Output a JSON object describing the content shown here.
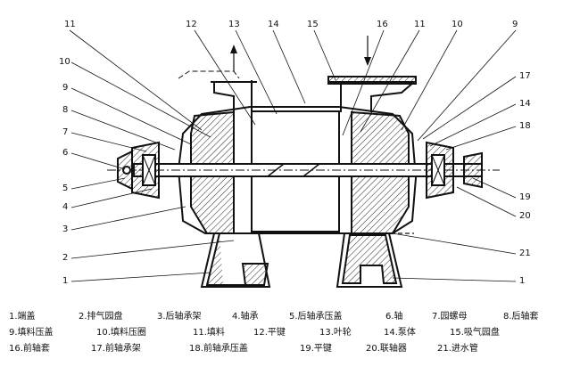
{
  "diagram": {
    "callouts": {
      "top": [
        "11",
        "12",
        "13",
        "14",
        "15",
        "16",
        "11",
        "10",
        "9"
      ],
      "left": [
        "10",
        "9",
        "8",
        "7",
        "6",
        "5",
        "4",
        "3",
        "2",
        "1"
      ],
      "right": [
        "17",
        "14",
        "18",
        "19",
        "20",
        "21",
        "1"
      ]
    }
  },
  "legend": {
    "rows": [
      [
        "1.端盖",
        "2.排气园盘",
        "3.后轴承架",
        "4.轴承",
        "5.后轴承压盖",
        "6.轴",
        "7.园螺母",
        "8.后轴套"
      ],
      [
        "9.填料压盖",
        "10.填料压圈",
        "11.填料",
        "12.平键",
        "13.叶轮",
        "14.泵体",
        "15.吸气园盘"
      ],
      [
        "16.前轴套",
        "17.前轴承架",
        "18.前轴承压盖",
        "19.平键",
        "20.联轴器",
        "21.进水管"
      ]
    ]
  }
}
